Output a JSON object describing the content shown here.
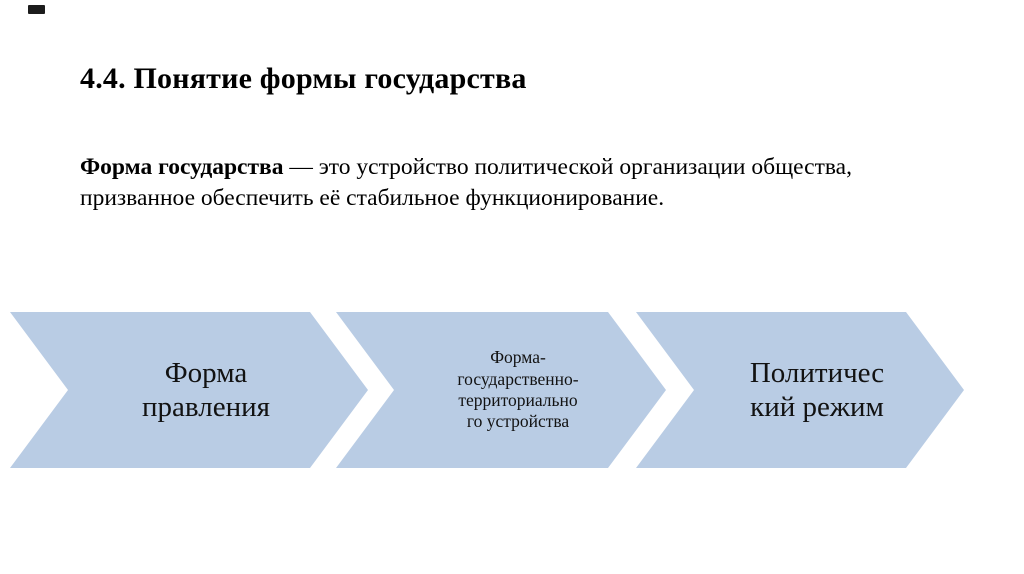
{
  "slide": {
    "title": "4.4. Понятие формы государства",
    "definition_term": "Форма государства",
    "definition_body": " — это устройство политической организации общества, призванное обеспечить её стабильное функционирование."
  },
  "chevrons": [
    {
      "label": "Форма\nправления"
    },
    {
      "label": "Форма-\nгосударственно-\nтерриториально\nго устройства"
    },
    {
      "label": "Политичес\nкий режим"
    }
  ],
  "colors": {
    "chevron_fill": "#b9cce4",
    "text": "#000000"
  }
}
